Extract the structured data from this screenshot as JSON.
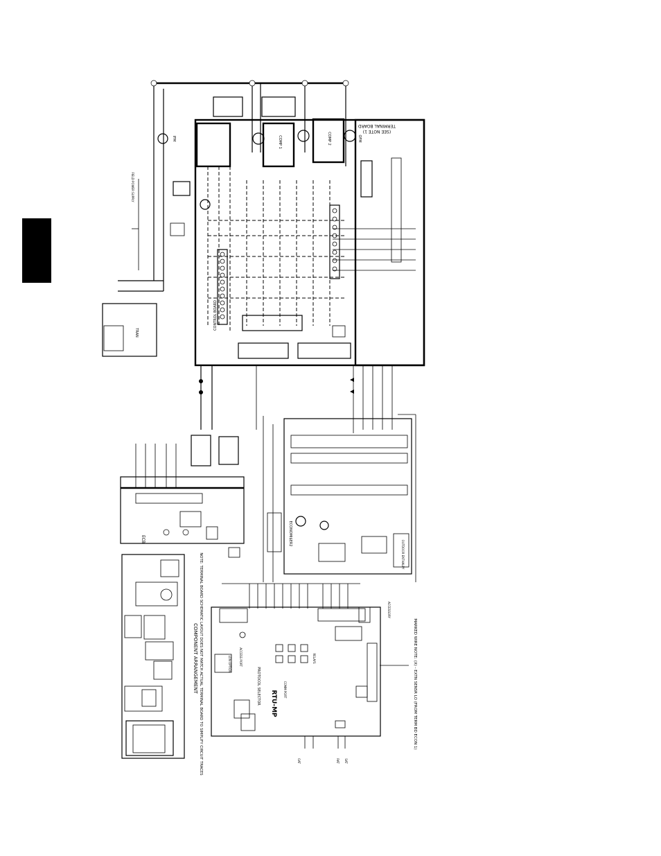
{
  "diagram": {
    "component_labels": {
      "compressor_1": "COMP 1",
      "compressor_2": "COMP 2",
      "control_board": "CONTROL BOARD",
      "terminal_board": "TERMINAL BOARD",
      "terminal_board_note": "(SEE NOTE 1)",
      "economizer_board": "ECONOMI$ER2",
      "ecb": "ECB",
      "board_name": "RTU-MP",
      "outdoor_fan_motor": "OFM",
      "indoor_fan_motor": "IFM",
      "transformer": "TRAN",
      "protocol_selector": "PROTOCOL SELECTOR",
      "comm_port": "COMM PORT",
      "relays": "RELAYS",
      "access_port": "ACCESS PORT",
      "lon_option": "LON OPTION",
      "outdoor_air_sensor": "OAT",
      "return_air_sensor": "RAT",
      "supply_air_sensor": "SAT",
      "outdoor_enthalpy": "OUTDOOR ENTHALPY",
      "field_power_supply": "FIELD POWER SUPPLY",
      "field_accessory": "ACCESSORY"
    },
    "arrangement_title": "COMPONENT ARRANGEMENT",
    "note": "NOTE: TERMINAL BOARD SCHEMATIC LAYOUT DOES NOT MATCH ACTUAL TERMINAL BOARD TO SIMPLIFY CIRCUIT TRACES",
    "marked_wire_note": "MARKED WIRE NOTE: (X) - EXTN SENSR LO (FROM TERM BD ECON 1)"
  }
}
